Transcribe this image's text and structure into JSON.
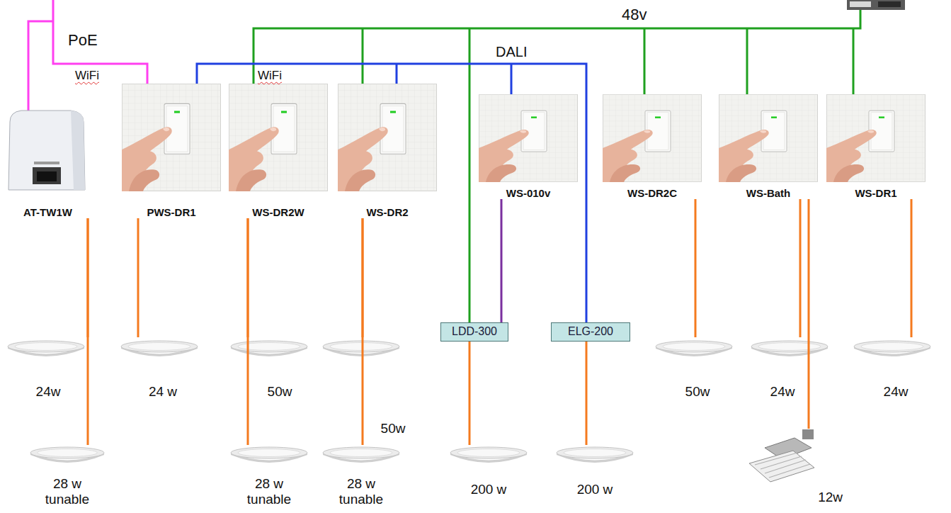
{
  "diagram": {
    "nodes": [
      {
        "text": [
          "AT-TW1W"
        ]
      },
      {
        "text": [
          "PWS-DR1"
        ]
      },
      {
        "text": [
          "WS-DR2W"
        ]
      },
      {
        "text": [
          "WS-DR2"
        ]
      },
      {
        "text": [
          "WS-010v"
        ]
      },
      {
        "text": [
          "WS-DR2C"
        ]
      },
      {
        "text": [
          "WS-Bath"
        ]
      },
      {
        "text": [
          "WS-DR1"
        ]
      },
      {
        "text": [
          "LDD-300"
        ]
      },
      {
        "text": [
          "ELG-200"
        ]
      },
      {
        "text": [
          "24w"
        ]
      },
      {
        "text": [
          "24 w"
        ]
      },
      {
        "text": [
          "50w"
        ]
      },
      {
        "text": [
          "50w"
        ]
      },
      {
        "text": [
          "50w"
        ]
      },
      {
        "text": [
          "24w"
        ]
      },
      {
        "text": [
          "24w"
        ]
      },
      {
        "text": [
          "28 w tunable"
        ]
      },
      {
        "text": [
          "28 w tunable"
        ]
      },
      {
        "text": [
          "28 w tunable"
        ]
      },
      {
        "text": [
          "200 w"
        ]
      },
      {
        "text": [
          "200 w"
        ]
      },
      {
        "text": [
          "12w"
        ]
      }
    ],
    "edges": [
      {
        "from": 0,
        "to": 10,
        "arrow": "none"
      },
      {
        "from": 0,
        "to": 17,
        "arrow": "none"
      },
      {
        "from": 1,
        "to": 11,
        "arrow": "none"
      },
      {
        "from": 2,
        "to": 12,
        "arrow": "none"
      },
      {
        "from": 2,
        "to": 18,
        "arrow": "none"
      },
      {
        "from": 3,
        "to": 13,
        "arrow": "none"
      },
      {
        "from": 3,
        "to": 19,
        "arrow": "none"
      },
      {
        "from": 4,
        "to": 8,
        "arrow": "none"
      },
      {
        "from": 8,
        "to": 20,
        "arrow": "none"
      },
      {
        "from": 9,
        "to": 21,
        "arrow": "none"
      },
      {
        "from": 5,
        "to": 14,
        "arrow": "none"
      },
      {
        "from": 6,
        "to": 15,
        "arrow": "none"
      },
      {
        "from": 6,
        "to": 22,
        "arrow": "none"
      },
      {
        "from": 7,
        "to": 16,
        "arrow": "none"
      }
    ],
    "labels": [
      "48v",
      "PoE",
      "WiFi",
      "DALI",
      "WiFi"
    ]
  }
}
